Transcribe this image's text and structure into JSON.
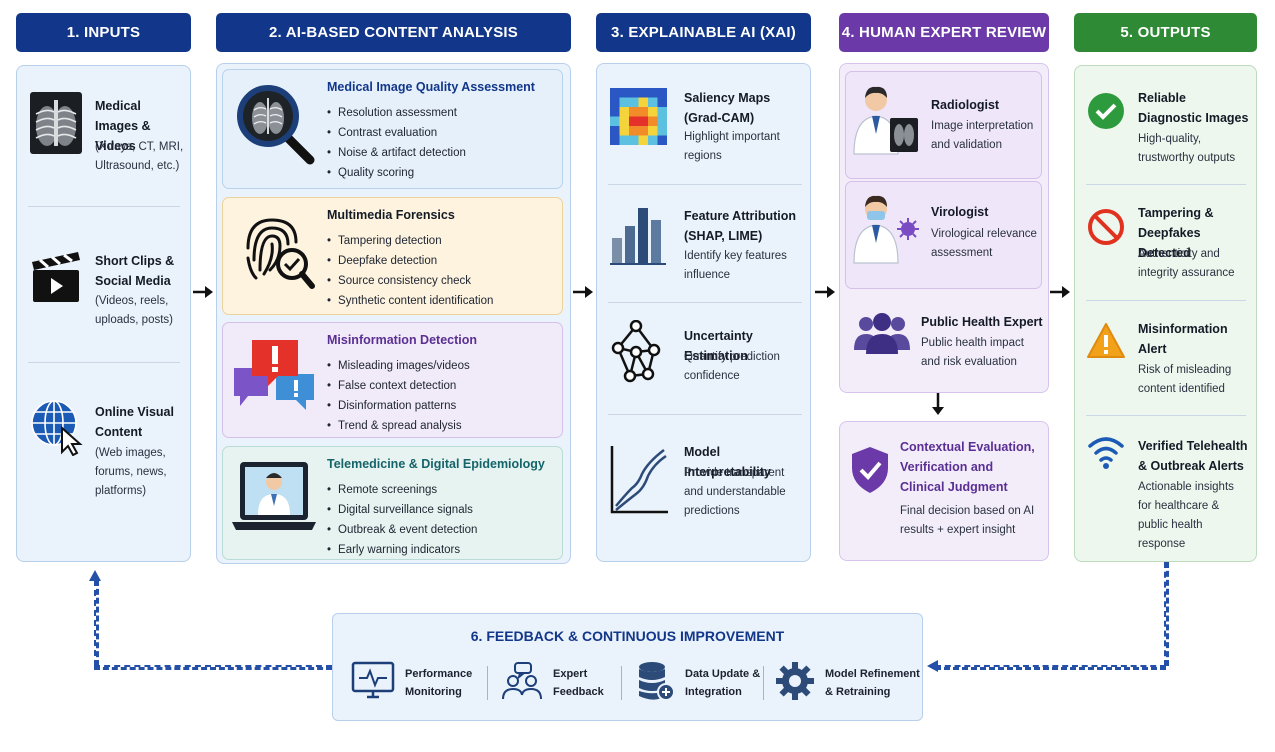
{
  "headers": {
    "inputs": "1. INPUTS",
    "analysis": "2. AI-BASED CONTENT ANALYSIS",
    "xai": "3. EXPLAINABLE AI (XAI)",
    "review": "4. HUMAN EXPERT REVIEW",
    "outputs": "5. OUTPUTS"
  },
  "inputs": [
    {
      "title": "Medical Images & Videos",
      "desc": "(X-rays, CT, MRI, Ultrasound, etc.)",
      "icon": "chest-xray-icon"
    },
    {
      "title": "Short Clips & Social Media",
      "desc": "(Videos, reels, uploads, posts)",
      "icon": "clapperboard-icon"
    },
    {
      "title": "Online Visual Content",
      "desc": "(Web images, forums, news, platforms)",
      "icon": "globe-cursor-icon"
    }
  ],
  "analysis": [
    {
      "title": "Medical Image Quality Assessment",
      "bullets": [
        "Resolution assessment",
        "Contrast evaluation",
        "Noise & artifact detection",
        "Quality scoring"
      ],
      "icon": "magnifier-xray-icon",
      "title_color": "#12378a"
    },
    {
      "title": "Multimedia Forensics",
      "bullets": [
        "Tampering detection",
        "Deepfake detection",
        "Source consistency check",
        "Synthetic content identification"
      ],
      "icon": "fingerprint-icon",
      "title_color": "#141a26"
    },
    {
      "title": "Misinformation Detection",
      "bullets": [
        "Misleading images/videos",
        "False context detection",
        "Disinformation patterns",
        "Trend & spread analysis"
      ],
      "icon": "alert-chat-icon",
      "title_color": "#5a2f93"
    },
    {
      "title": "Telemedicine & Digital Epidemiology",
      "bullets": [
        "Remote screenings",
        "Digital surveillance signals",
        "Outbreak & event detection",
        "Early warning indicators"
      ],
      "icon": "laptop-doctor-icon",
      "title_color": "#15646a"
    }
  ],
  "xai": [
    {
      "title": "Saliency Maps (Grad-CAM)",
      "desc": "Highlight important regions",
      "icon": "heatmap-icon"
    },
    {
      "title": "Feature Attribution (SHAP, LIME)",
      "desc": "Identify key features influence",
      "icon": "bar-chart-icon"
    },
    {
      "title": "Uncertainty Estimation",
      "desc": "Quantify prediction confidence",
      "icon": "network-icon"
    },
    {
      "title": "Model Interpretability",
      "desc": "Provide transparent and understandable predictions",
      "icon": "line-graph-icon"
    }
  ],
  "review": [
    {
      "title": "Radiologist",
      "desc": "Image interpretation and validation",
      "icon": "radiologist-icon"
    },
    {
      "title": "Virologist",
      "desc": "Virological relevance assessment",
      "icon": "virologist-icon"
    },
    {
      "title": "Public Health Expert",
      "desc": "Public health impact and risk evaluation",
      "icon": "people-group-icon"
    }
  ],
  "contextual": {
    "title": "Contextual Evaluation, Verification and Clinical Judgment",
    "desc": "Final decision based on AI results + expert insight",
    "icon": "shield-check-icon"
  },
  "outputs": [
    {
      "title": "Reliable Diagnostic Images",
      "desc": "High-quality, trustworthy outputs",
      "icon": "check-circle-icon"
    },
    {
      "title": "Tampering & Deepfakes Detected",
      "desc": "Authenticity and integrity assurance",
      "icon": "prohibited-icon"
    },
    {
      "title": "Misinformation Alert",
      "desc": "Risk of misleading content identified",
      "icon": "warning-triangle-icon"
    },
    {
      "title": "Verified Telehealth & Outbreak Alerts",
      "desc": "Actionable insights for healthcare & public health response",
      "icon": "wifi-signal-icon"
    }
  ],
  "feedback": {
    "title": "6. FEEDBACK & CONTINUOUS IMPROVEMENT",
    "items": [
      {
        "label_1": "Performance",
        "label_2": "Monitoring",
        "icon": "monitor-pulse-icon"
      },
      {
        "label_1": "Expert",
        "label_2": "Feedback",
        "icon": "expert-chat-icon"
      },
      {
        "label_1": "Data Update &",
        "label_2": "Integration",
        "icon": "database-plus-icon"
      },
      {
        "label_1": "Model Refinement",
        "label_2": "& Retraining",
        "icon": "gear-icon"
      }
    ]
  },
  "colors": {
    "navy": "#12378a",
    "purple": "#6b3aa8",
    "green": "#2e8a34",
    "check": "#2e9a3e",
    "prohibited": "#e0321e",
    "warning": "#f2a11b"
  }
}
